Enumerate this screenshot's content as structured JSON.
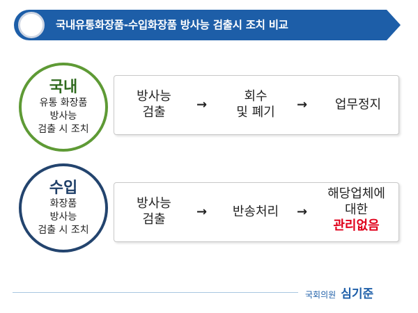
{
  "header": {
    "title": "국내유통화장품-수입화장품 방사능 검출시 조치 비교"
  },
  "rows": [
    {
      "circle": {
        "title": "국내",
        "lines": [
          "유통 화장품",
          "방사능",
          "검출 시 조치"
        ]
      },
      "steps": [
        {
          "lines": [
            "방사능",
            "검출"
          ]
        },
        {
          "lines": [
            "회수",
            "및 폐기"
          ]
        },
        {
          "lines": [
            "업무정지"
          ]
        }
      ],
      "arrow": "→"
    },
    {
      "circle": {
        "title": "수입",
        "lines": [
          "화장품",
          "방사능",
          "검출 시 조치"
        ]
      },
      "steps": [
        {
          "lines": [
            "방사능",
            "검출"
          ]
        },
        {
          "lines": [
            "반송처리"
          ]
        },
        {
          "lines": [
            "해당업체에",
            "대한"
          ],
          "highlight": "관리없음"
        }
      ],
      "arrow": "→"
    }
  ],
  "footer": {
    "role": "국회의원",
    "name": "심기준"
  },
  "colors": {
    "banner": "#1d5ea8",
    "domestic": "#5e9a35",
    "import": "#23446e",
    "highlight": "#e0001b"
  }
}
